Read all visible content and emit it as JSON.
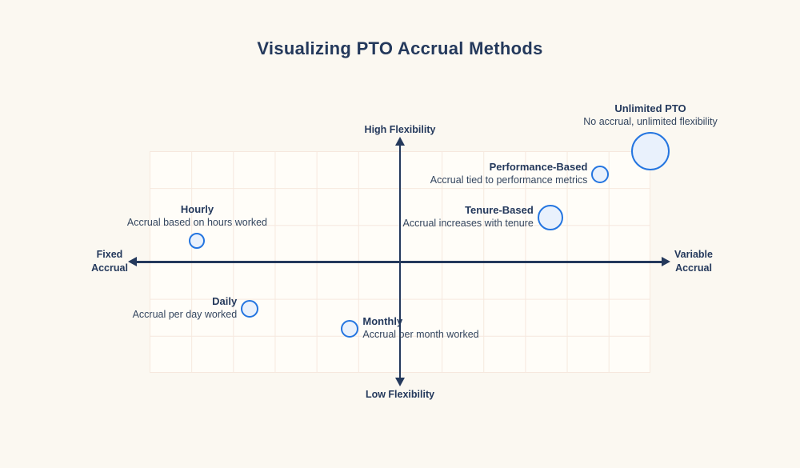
{
  "title": "Visualizing PTO Accrual Methods",
  "axis_labels": {
    "top": "High Flexibility",
    "bottom": "Low Flexibility",
    "left": [
      "Fixed",
      "Accrual"
    ],
    "right": [
      "Variable",
      "Accrual"
    ]
  },
  "colors": {
    "background": "#FBF8F1",
    "grid_cell": "#FFFDF8",
    "grid_line": "#F6E8DE",
    "axis_navy": "#24395C",
    "bubble_stroke": "#2475E0",
    "bubble_fill": "#E9F1FC",
    "label_text": "#24395C",
    "description_text": "#34465F"
  },
  "chart_data": {
    "type": "scatter",
    "title": "Visualizing PTO Accrual Methods",
    "x_axis": {
      "label_negative": "Fixed Accrual",
      "label_positive": "Variable Accrual",
      "range": [
        -1,
        1
      ],
      "grid": true
    },
    "y_axis": {
      "label_negative": "Low Flexibility",
      "label_positive": "High Flexibility",
      "range": [
        -1,
        1
      ],
      "grid": true
    },
    "legend": "none",
    "points": [
      {
        "name": "Hourly",
        "description": "Accrual based on hours worked",
        "x": -0.81,
        "y": 0.19,
        "radius": 10,
        "label_side": "above"
      },
      {
        "name": "Daily",
        "description": "Accrual per day worked",
        "x": -0.6,
        "y": -0.42,
        "radius": 11,
        "label_side": "left"
      },
      {
        "name": "Monthly",
        "description": "Accrual per month worked",
        "x": -0.2,
        "y": -0.6,
        "radius": 11,
        "label_side": "right"
      },
      {
        "name": "Tenure-Based",
        "description": "Accrual increases with tenure",
        "x": 0.6,
        "y": 0.4,
        "radius": 16,
        "label_side": "left"
      },
      {
        "name": "Performance-Based",
        "description": "Accrual tied to performance metrics",
        "x": 0.8,
        "y": 0.79,
        "radius": 11,
        "label_side": "left"
      },
      {
        "name": "Unlimited PTO",
        "description": "No accrual, unlimited flexibility",
        "x": 1.0,
        "y": 1.0,
        "radius": 24,
        "label_side": "above"
      }
    ]
  }
}
